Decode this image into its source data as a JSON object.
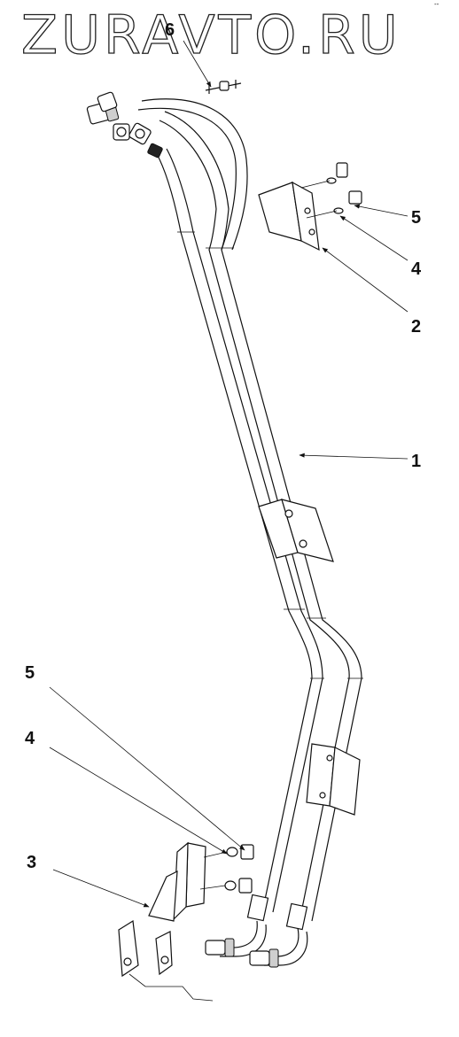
{
  "watermark": "ZURAVTO.RU",
  "corner_mark": "-- ",
  "callouts": [
    "6",
    "5",
    "4",
    "2",
    "1",
    "5",
    "4",
    "3"
  ]
}
